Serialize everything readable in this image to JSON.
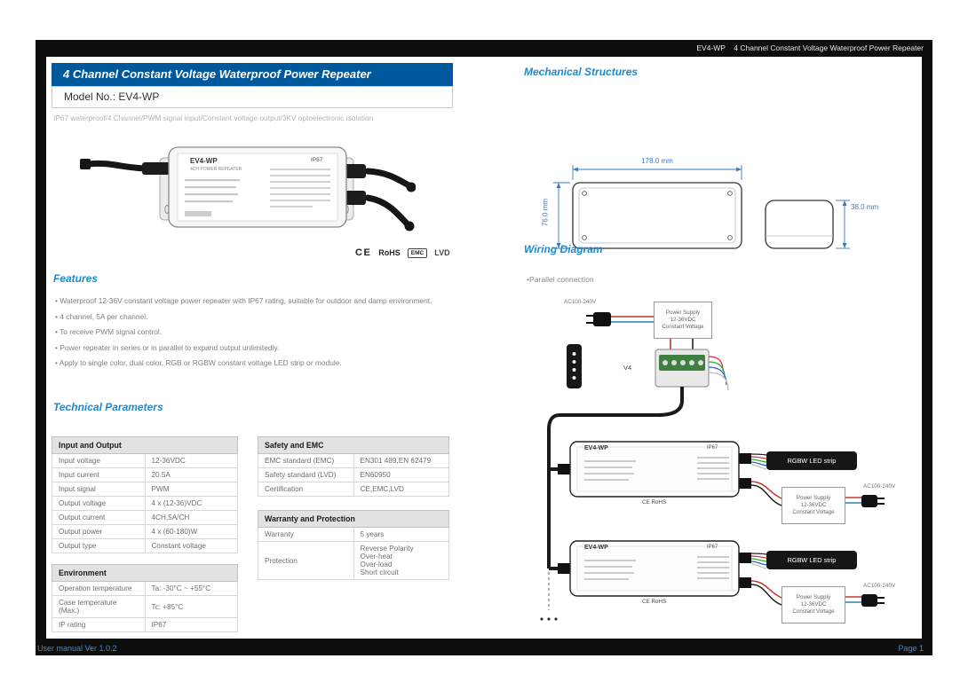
{
  "frame": {
    "header": "EV4-WP    4 Channel Constant Voltage Waterproof Power Repeater",
    "footer_left": "User manual Ver 1.0.2",
    "footer_right": "Page 1"
  },
  "title_block": {
    "title": "4 Channel Constant Voltage Waterproof Power Repeater",
    "model": "Model No.: EV4-WP",
    "subtitle": "IP67 waterproof/4 Channel/PWM signal input/Constant voltage output/3KV optoelectronic isolation"
  },
  "product": {
    "name": "EV4-WP",
    "type": "4CH POWER REPEATER",
    "ip": "IP67",
    "cert_marks": {
      "ce": "CE",
      "rohs": "RoHS",
      "emc": "EMC",
      "lvd": "LVD"
    }
  },
  "features": {
    "heading": "Features",
    "items": [
      "Waterproof 12-36V constant voltage power repeater with IP67 rating, suitable for outdoor and damp environment.",
      "4 channel, 5A per channel.",
      "To receive PWM signal control.",
      "Power repeater in series or in parallel to expand output unlimitedly.",
      "Apply to single color, dual color, RGB or RGBW constant voltage LED strip or module."
    ]
  },
  "technical": {
    "heading": "Technical Parameters",
    "input_output": {
      "title": "Input and Output",
      "rows": [
        [
          "Input voltage",
          "12-36VDC"
        ],
        [
          "Input current",
          "20.5A"
        ],
        [
          "Input signal",
          "PWM"
        ],
        [
          "Output voltage",
          "4 x (12-36)VDC"
        ],
        [
          "Output current",
          "4CH,5A/CH"
        ],
        [
          "Output power",
          "4 x (60-180)W"
        ],
        [
          "Output type",
          "Constant voltage"
        ]
      ]
    },
    "environment": {
      "title": "Environment",
      "rows": [
        [
          "Operation temperature",
          "Ta: -30°C ~ +55°C"
        ],
        [
          "Case temperature (Max.)",
          "Tc: +85°C"
        ],
        [
          "IP rating",
          "IP67"
        ]
      ]
    },
    "safety": {
      "title": "Safety and EMC",
      "rows": [
        [
          "EMC standard (EMC)",
          "EN301 489,EN 62479"
        ],
        [
          "Safety standard (LVD)",
          "EN60950"
        ],
        [
          "Certification",
          "CE,EMC,LVD"
        ]
      ]
    },
    "warranty": {
      "title": "Warranty and Protection",
      "rows": [
        [
          "Warranty",
          "5 years"
        ],
        [
          "Protection",
          "Reverse Polarity\nOver-heat\nOver-load\nShort circuit"
        ]
      ]
    }
  },
  "mechanical": {
    "heading": "Mechanical Structures",
    "dim_width": "178.0 mm",
    "dim_height": "76.0 mm",
    "dim_depth": "38.0 mm"
  },
  "wiring": {
    "heading": "Wiring Diagram",
    "mode_label": "Parallel connection",
    "ac_label": "AC100-240V",
    "psu_label": "Power Supply\n12-36VDC\nConstant Voltage",
    "controller": "V4",
    "device_name": "EV4-WP",
    "device_ip": "IP67",
    "device_cert": "CE RoHS",
    "strip_label": "RGBW LED strip"
  }
}
